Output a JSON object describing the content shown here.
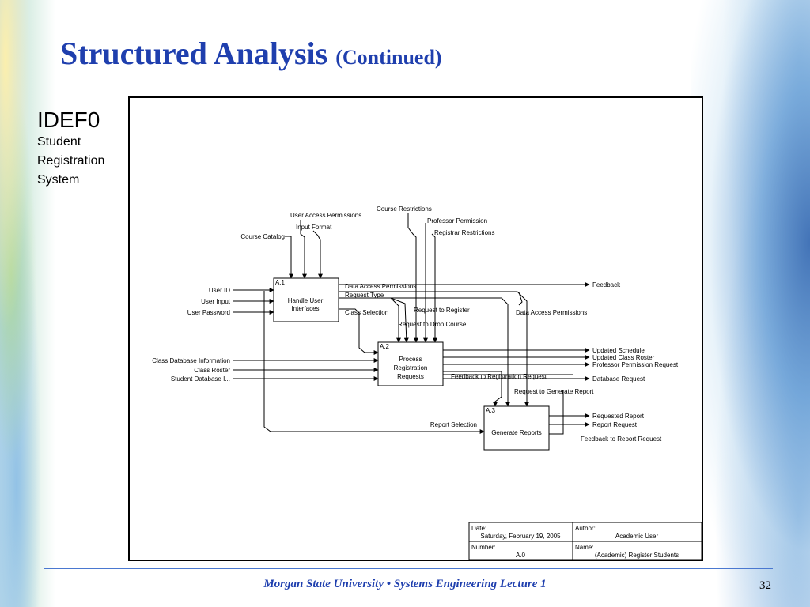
{
  "slide": {
    "title": "Structured Analysis",
    "subtitle": "(Continued)",
    "side_title": "IDEF0",
    "side_subtitle": "Student Registration System",
    "footer": "Morgan State University • Systems Engineering Lecture 1",
    "page_number": "32"
  },
  "diagram": {
    "boxes": [
      {
        "id": "A.1",
        "label": [
          "Handle User",
          "Interfaces"
        ]
      },
      {
        "id": "A.2",
        "label": [
          "Process",
          "Registration",
          "Requests"
        ]
      },
      {
        "id": "A.3",
        "label": [
          "Generate Reports"
        ]
      }
    ],
    "inputs": {
      "a1": [
        "User ID",
        "User Input",
        "User Password"
      ],
      "a2": [
        "Class Database Information",
        "Class Roster",
        "Student Database I..."
      ]
    },
    "controls": {
      "a1": [
        "Course Catalog",
        "User Access Permissions",
        "Input Format"
      ],
      "a2": [
        "Course Restrictions",
        "Professor Permission",
        "Registrar Restrictions"
      ]
    },
    "internal_labels": {
      "data_access_permissions": "Data Access Permissions",
      "request_type": "Request Type",
      "class_selection": "Class Selection",
      "request_to_register": "Request to Register",
      "request_to_drop_course": "Request to Drop Course",
      "data_access_permissions_2": "Data Access Permissions",
      "feedback_to_registration_request": "Feedback to Registration Request",
      "request_to_generate_report": "Request to Generate Report",
      "report_selection": "Report Selection"
    },
    "outputs": {
      "feedback": "Feedback",
      "a2": [
        "Updated Schedule",
        "Updated Class Roster",
        "Professor Permission Request",
        "Database Request"
      ],
      "a3": [
        "Requested Report",
        "Report Request",
        "Feedback to Report Request"
      ]
    },
    "title_block": {
      "date_label": "Date:",
      "date_value": "Saturday, February 19, 2005",
      "author_label": "Author:",
      "author_value": "Academic User",
      "number_label": "Number:",
      "number_value": "A.0",
      "name_label": "Name:",
      "name_value": "(Academic) Register Students"
    }
  }
}
